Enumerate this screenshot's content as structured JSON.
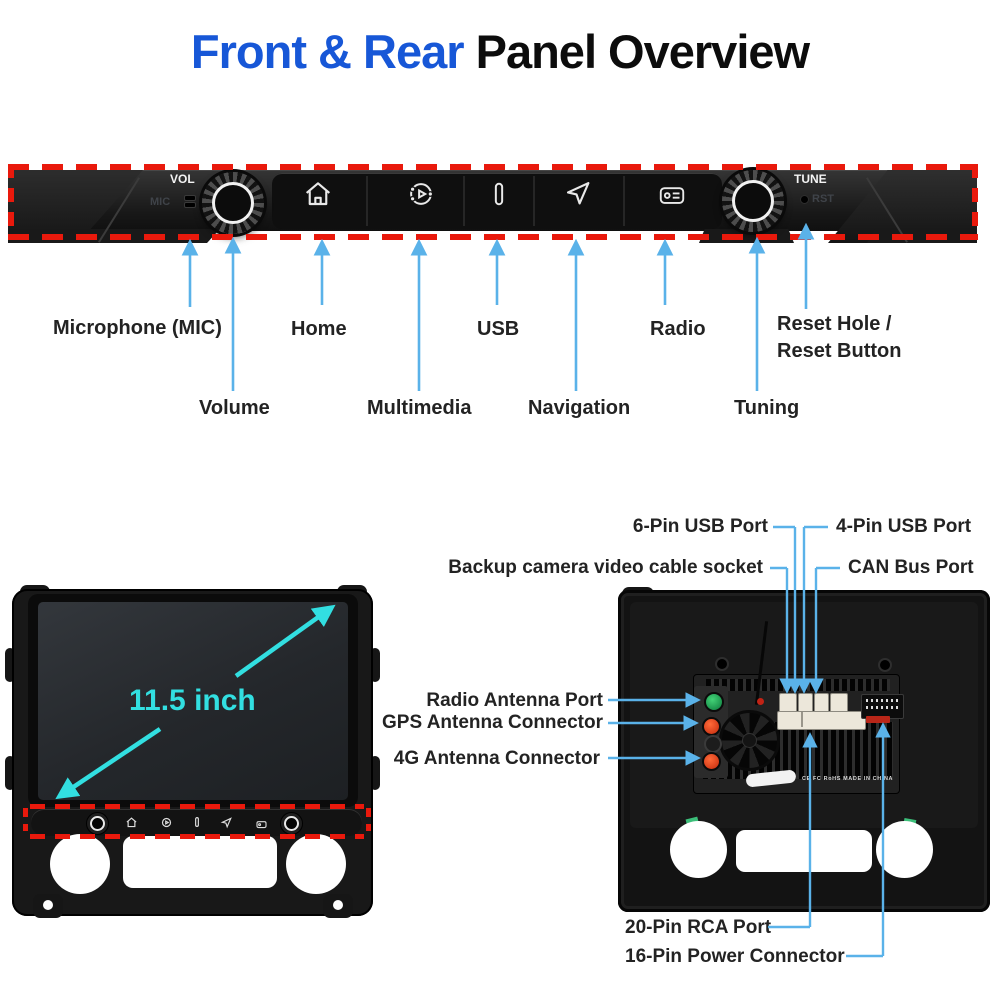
{
  "title": {
    "accent": "Front & Rear",
    "rest": " Panel Overview"
  },
  "colors": {
    "accent_blue": "#1757d7",
    "callout_blue": "#5ab2e9",
    "dashed_red": "#e9190c",
    "cyan": "#32dfe1",
    "panel_black": "#181818"
  },
  "front_panel": {
    "markings": {
      "vol": "VOL",
      "mic": "MIC",
      "tune": "TUNE",
      "rst": "RST"
    },
    "icons": [
      "home-icon",
      "multimedia-icon",
      "usb-icon",
      "navigation-icon",
      "radio-icon"
    ],
    "callouts_row1": [
      {
        "label": "Microphone (MIC)"
      },
      {
        "label": "Home"
      },
      {
        "label": "USB"
      },
      {
        "label": "Radio"
      },
      {
        "label": "Reset Hole /",
        "label2": "Reset Button"
      }
    ],
    "callouts_row2": [
      {
        "label": "Volume"
      },
      {
        "label": "Multimedia"
      },
      {
        "label": "Navigation"
      },
      {
        "label": "Tuning"
      }
    ]
  },
  "screen_unit": {
    "size_label": "11.5 inch"
  },
  "rear_panel": {
    "callouts_top": [
      {
        "label": "6-Pin USB Port"
      },
      {
        "label": "4-Pin USB Port"
      },
      {
        "label": "Backup camera video cable socket"
      },
      {
        "label": "CAN Bus Port"
      }
    ],
    "callouts_left": [
      {
        "label": "Radio Antenna Port"
      },
      {
        "label": "GPS Antenna Connector"
      },
      {
        "label": "4G Antenna Connector"
      }
    ],
    "callouts_bottom": [
      {
        "label": "20-Pin RCA Port"
      },
      {
        "label": "16-Pin Power Connector"
      }
    ],
    "marking": "CE FC RoHS MADE IN CHINA"
  }
}
